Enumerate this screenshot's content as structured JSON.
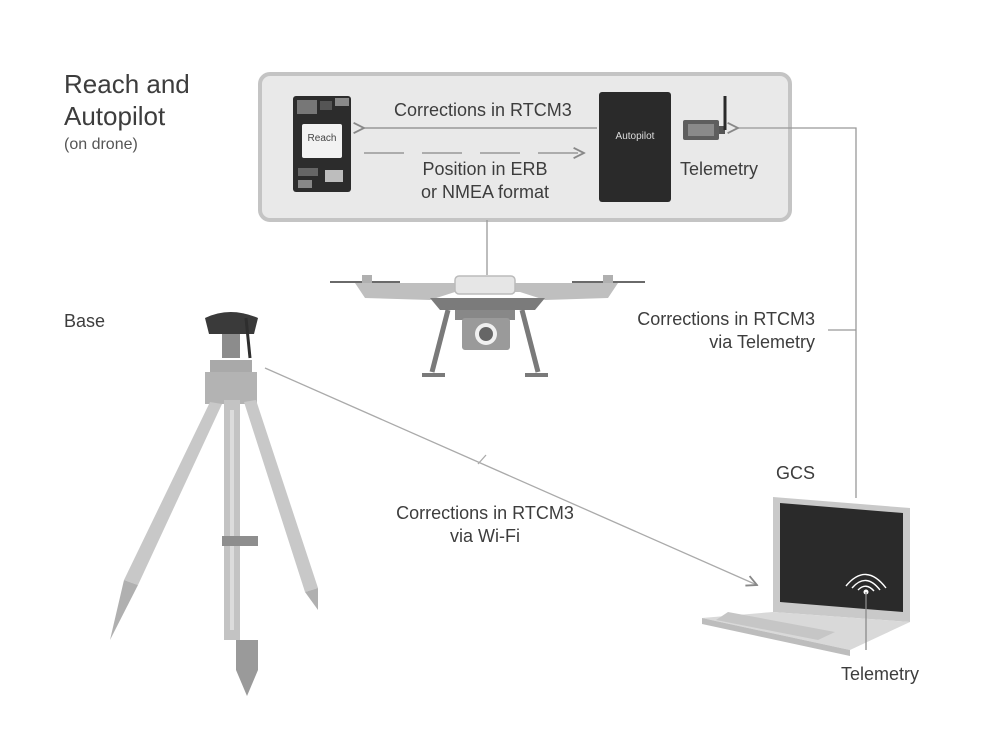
{
  "title": {
    "line1": "Reach and",
    "line2": "Autopilot",
    "sub": "(on drone)"
  },
  "panel": {
    "reach_board_label": "Reach",
    "autopilot_label": "Autopilot",
    "corrections": "Corrections in RTCM3",
    "position_line1": "Position in ERB",
    "position_line2": "or NMEA format",
    "telemetry": "Telemetry"
  },
  "base_label": "Base",
  "corrections_telemetry": {
    "line1": "Corrections in RTCM3",
    "line2": "via Telemetry"
  },
  "corrections_wifi": {
    "line1": "Corrections in RTCM3",
    "line2": "via Wi-Fi"
  },
  "gcs_label": "GCS",
  "gcs_telemetry_label": "Telemetry"
}
